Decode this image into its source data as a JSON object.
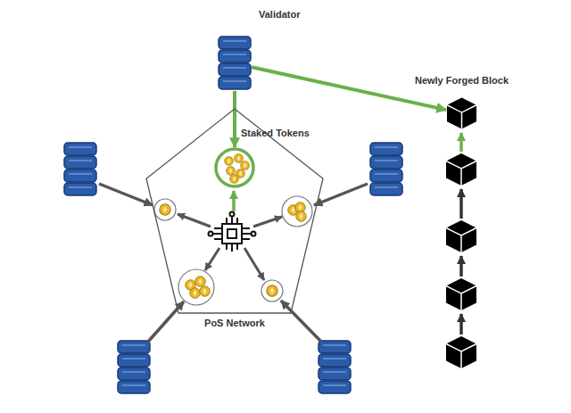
{
  "diagram": {
    "nodes": [
      {
        "text": [
          "Validator"
        ]
      },
      {
        "text": [
          "Newly Forged Block"
        ]
      },
      {
        "text": [
          "PoS Network"
        ]
      },
      {
        "text": [
          "Staked Tokens"
        ],
        "in": 2
      }
    ],
    "edges": [
      {
        "from": 0,
        "to": 3,
        "arrow": "to"
      },
      {
        "from": 0,
        "to": 1,
        "arrow": "to"
      }
    ]
  }
}
